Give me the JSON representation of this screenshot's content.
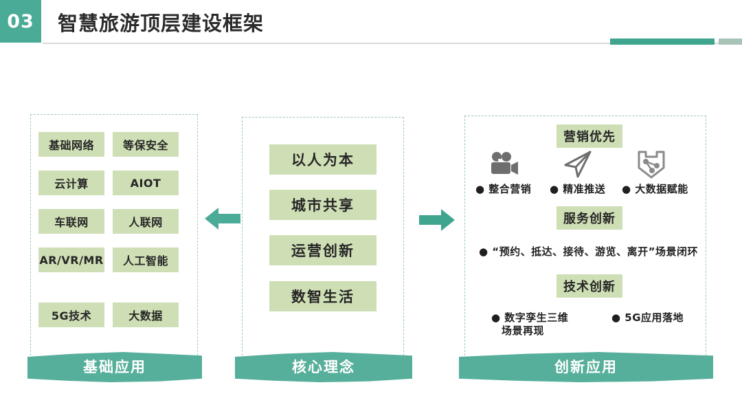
{
  "header": {
    "section_number": "03",
    "title": "智慧旅游顶层建设框架",
    "accent_color": "#3fa58f",
    "accent_light_color": "#a9c4b7",
    "number_box_color": "#4aab96"
  },
  "theme": {
    "tag_green": "#cfdfb5",
    "ribbon_teal": "#56af9a",
    "panel_border": "#9ec6bd",
    "icon_gray": "#6e6e6e"
  },
  "columns": {
    "foundation": {
      "ribbon_label": "基础应用",
      "tags": [
        "基础网络",
        "等保安全",
        "云计算",
        "AIOT",
        "车联网",
        "人联网",
        "AR/VR/MR",
        "人工智能",
        "5G技术",
        "大数据"
      ]
    },
    "core": {
      "ribbon_label": "核心理念",
      "tags": [
        "以人为本",
        "城市共享",
        "运营创新",
        "数智生活"
      ]
    },
    "innovation": {
      "ribbon_label": "创新应用",
      "group_marketing": {
        "label": "营销优先",
        "items": [
          {
            "icon": "video-camera-icon",
            "bullet": "● 整合营销"
          },
          {
            "icon": "paper-plane-icon",
            "bullet": "● 精准推送"
          },
          {
            "icon": "data-network-shield-icon",
            "bullet": "● 大数据赋能"
          }
        ]
      },
      "group_service": {
        "label": "服务创新",
        "bullets": [
          "● “预约、抵达、接待、游览、离开”场景闭环"
        ]
      },
      "group_technology": {
        "label": "技术创新",
        "bullets": [
          "● 数字孪生三维",
          "场景再现",
          "● 5G应用落地"
        ]
      }
    }
  },
  "arrows": {
    "left_arrow": "arrow-left-icon",
    "right_arrow": "arrow-right-icon",
    "color": "#4aab96"
  }
}
